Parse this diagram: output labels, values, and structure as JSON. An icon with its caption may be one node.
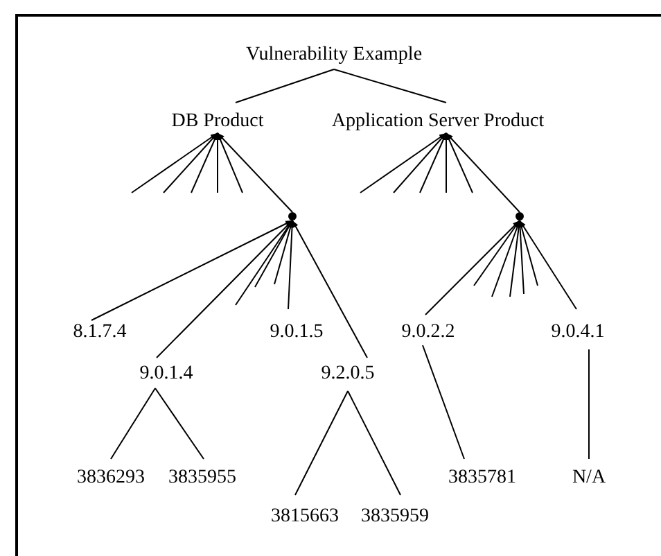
{
  "diagram": {
    "nodes": [
      {
        "text": [
          "Vulnerability Example"
        ]
      },
      {
        "text": [
          "DB Product"
        ]
      },
      {
        "text": [
          "Application Server Product"
        ]
      },
      {
        "text": [],
        "shape": "point"
      },
      {
        "text": [],
        "shape": "point"
      },
      {
        "text": [
          "8.1.7.4"
        ]
      },
      {
        "text": [
          "9.0.1.4"
        ]
      },
      {
        "text": [
          "9.0.1.5"
        ]
      },
      {
        "text": [
          "9.2.0.5"
        ]
      },
      {
        "text": [
          "9.0.2.2"
        ]
      },
      {
        "text": [
          "9.0.4.1"
        ]
      },
      {
        "text": [
          "3836293"
        ]
      },
      {
        "text": [
          "3835955"
        ]
      },
      {
        "text": [
          "3815663"
        ]
      },
      {
        "text": [
          "3835959"
        ]
      },
      {
        "text": [
          "3835781"
        ]
      },
      {
        "text": [
          "N/A"
        ]
      }
    ],
    "edges": [
      {
        "from": 0,
        "to": 1,
        "arrow": "none"
      },
      {
        "from": 0,
        "to": 2,
        "arrow": "none"
      },
      {
        "from": null,
        "to": 1,
        "arrow": "to"
      },
      {
        "from": null,
        "to": 1,
        "arrow": "to"
      },
      {
        "from": null,
        "to": 1,
        "arrow": "to"
      },
      {
        "from": null,
        "to": 1,
        "arrow": "to"
      },
      {
        "from": null,
        "to": 1,
        "arrow": "to"
      },
      {
        "from": 3,
        "to": 1,
        "arrow": "to"
      },
      {
        "from": null,
        "to": 2,
        "arrow": "to"
      },
      {
        "from": null,
        "to": 2,
        "arrow": "to"
      },
      {
        "from": null,
        "to": 2,
        "arrow": "to"
      },
      {
        "from": null,
        "to": 2,
        "arrow": "to"
      },
      {
        "from": null,
        "to": 2,
        "arrow": "to"
      },
      {
        "from": 4,
        "to": 2,
        "arrow": "to"
      },
      {
        "from": 5,
        "to": 3,
        "arrow": "to"
      },
      {
        "from": 6,
        "to": 3,
        "arrow": "to"
      },
      {
        "from": null,
        "to": 3,
        "arrow": "to"
      },
      {
        "from": null,
        "to": 3,
        "arrow": "to"
      },
      {
        "from": null,
        "to": 3,
        "arrow": "to"
      },
      {
        "from": 7,
        "to": 3,
        "arrow": "to"
      },
      {
        "from": 8,
        "to": 3,
        "arrow": "to"
      },
      {
        "from": 9,
        "to": 4,
        "arrow": "to"
      },
      {
        "from": null,
        "to": 4,
        "arrow": "to"
      },
      {
        "from": null,
        "to": 4,
        "arrow": "to"
      },
      {
        "from": null,
        "to": 4,
        "arrow": "to"
      },
      {
        "from": null,
        "to": 4,
        "arrow": "to"
      },
      {
        "from": null,
        "to": 4,
        "arrow": "to"
      },
      {
        "from": 10,
        "to": 4,
        "arrow": "to"
      },
      {
        "from": 6,
        "to": 11,
        "arrow": "none"
      },
      {
        "from": 6,
        "to": 12,
        "arrow": "none"
      },
      {
        "from": 8,
        "to": 13,
        "arrow": "none"
      },
      {
        "from": 8,
        "to": 14,
        "arrow": "none"
      },
      {
        "from": 9,
        "to": 15,
        "arrow": "none"
      },
      {
        "from": 10,
        "to": 16,
        "arrow": "none"
      }
    ]
  }
}
